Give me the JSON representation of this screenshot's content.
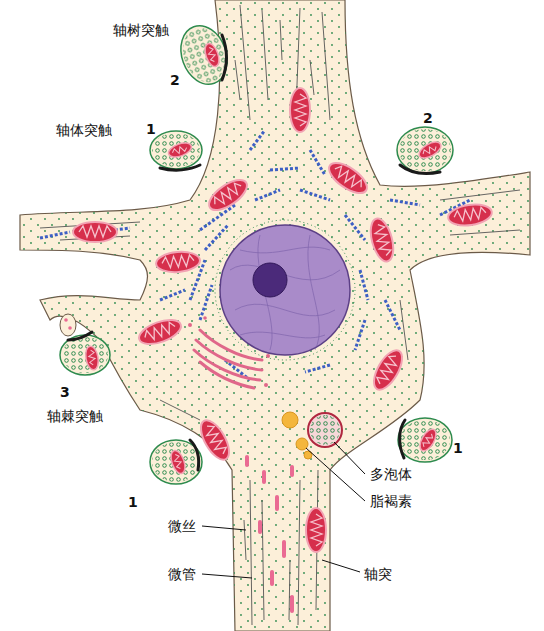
{
  "diagram": {
    "labels": [
      "轴树突触",
      "2",
      "轴体突触",
      "1",
      "2",
      "3",
      "轴棘突触",
      "1",
      "多泡体",
      "脂褐素",
      "1",
      "微丝",
      "微管",
      "轴突"
    ]
  }
}
